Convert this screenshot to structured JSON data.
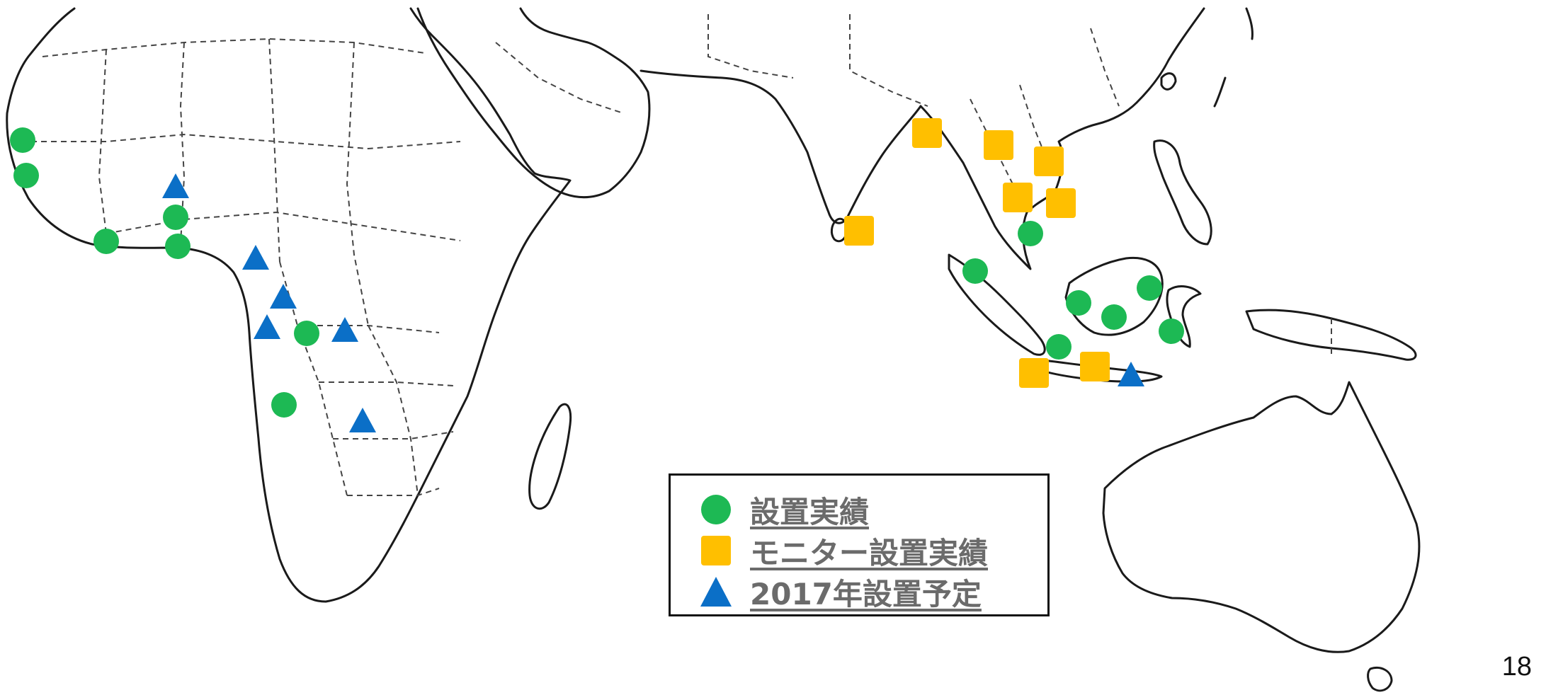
{
  "legend": {
    "items": [
      {
        "key": "installed",
        "label": "設置実績",
        "symbol": "circle",
        "symbol_name": "green-circle-icon",
        "color": "#1db954"
      },
      {
        "key": "monitor",
        "label": "モニター設置実績",
        "symbol": "square",
        "symbol_name": "yellow-square-icon",
        "color": "#ffbf00"
      },
      {
        "key": "planned",
        "label": "2017年設置予定",
        "symbol": "triangle",
        "symbol_name": "blue-triangle-icon",
        "color": "#0b6fc7"
      }
    ]
  },
  "page_number": "18",
  "colors": {
    "coastline": "#1a1a1a",
    "border": "#444444",
    "background": "#ffffff"
  }
}
